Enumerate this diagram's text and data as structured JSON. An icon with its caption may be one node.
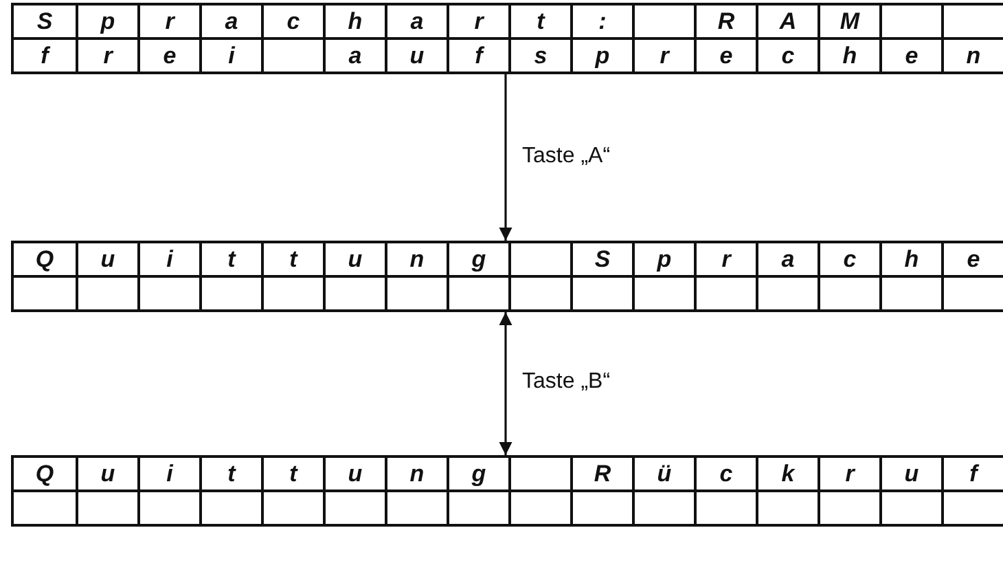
{
  "diagram": {
    "nodes": [
      {
        "text": [
          "S",
          "p",
          "r",
          "a",
          "c",
          "h",
          "a",
          "r",
          "t",
          ":",
          "R",
          "A",
          "M",
          "f",
          "r",
          "e",
          "i",
          "a",
          "u",
          "f",
          "s",
          "p",
          "r",
          "e",
          "c",
          "h",
          "e",
          "n"
        ]
      },
      {
        "text": [
          "Q",
          "u",
          "i",
          "t",
          "t",
          "u",
          "n",
          "g",
          "S",
          "p",
          "r",
          "a",
          "c",
          "h",
          "e"
        ]
      },
      {
        "text": [
          "Q",
          "u",
          "i",
          "t",
          "t",
          "u",
          "n",
          "g",
          "R",
          "ü",
          "c",
          "k",
          "r",
          "u",
          "f"
        ]
      }
    ],
    "edges": [
      {
        "from": 0,
        "to": 1,
        "arrow": "to",
        "label": "Taste „A“"
      },
      {
        "from": 1,
        "to": 2,
        "arrow": "both",
        "label": "Taste „B“"
      }
    ]
  }
}
